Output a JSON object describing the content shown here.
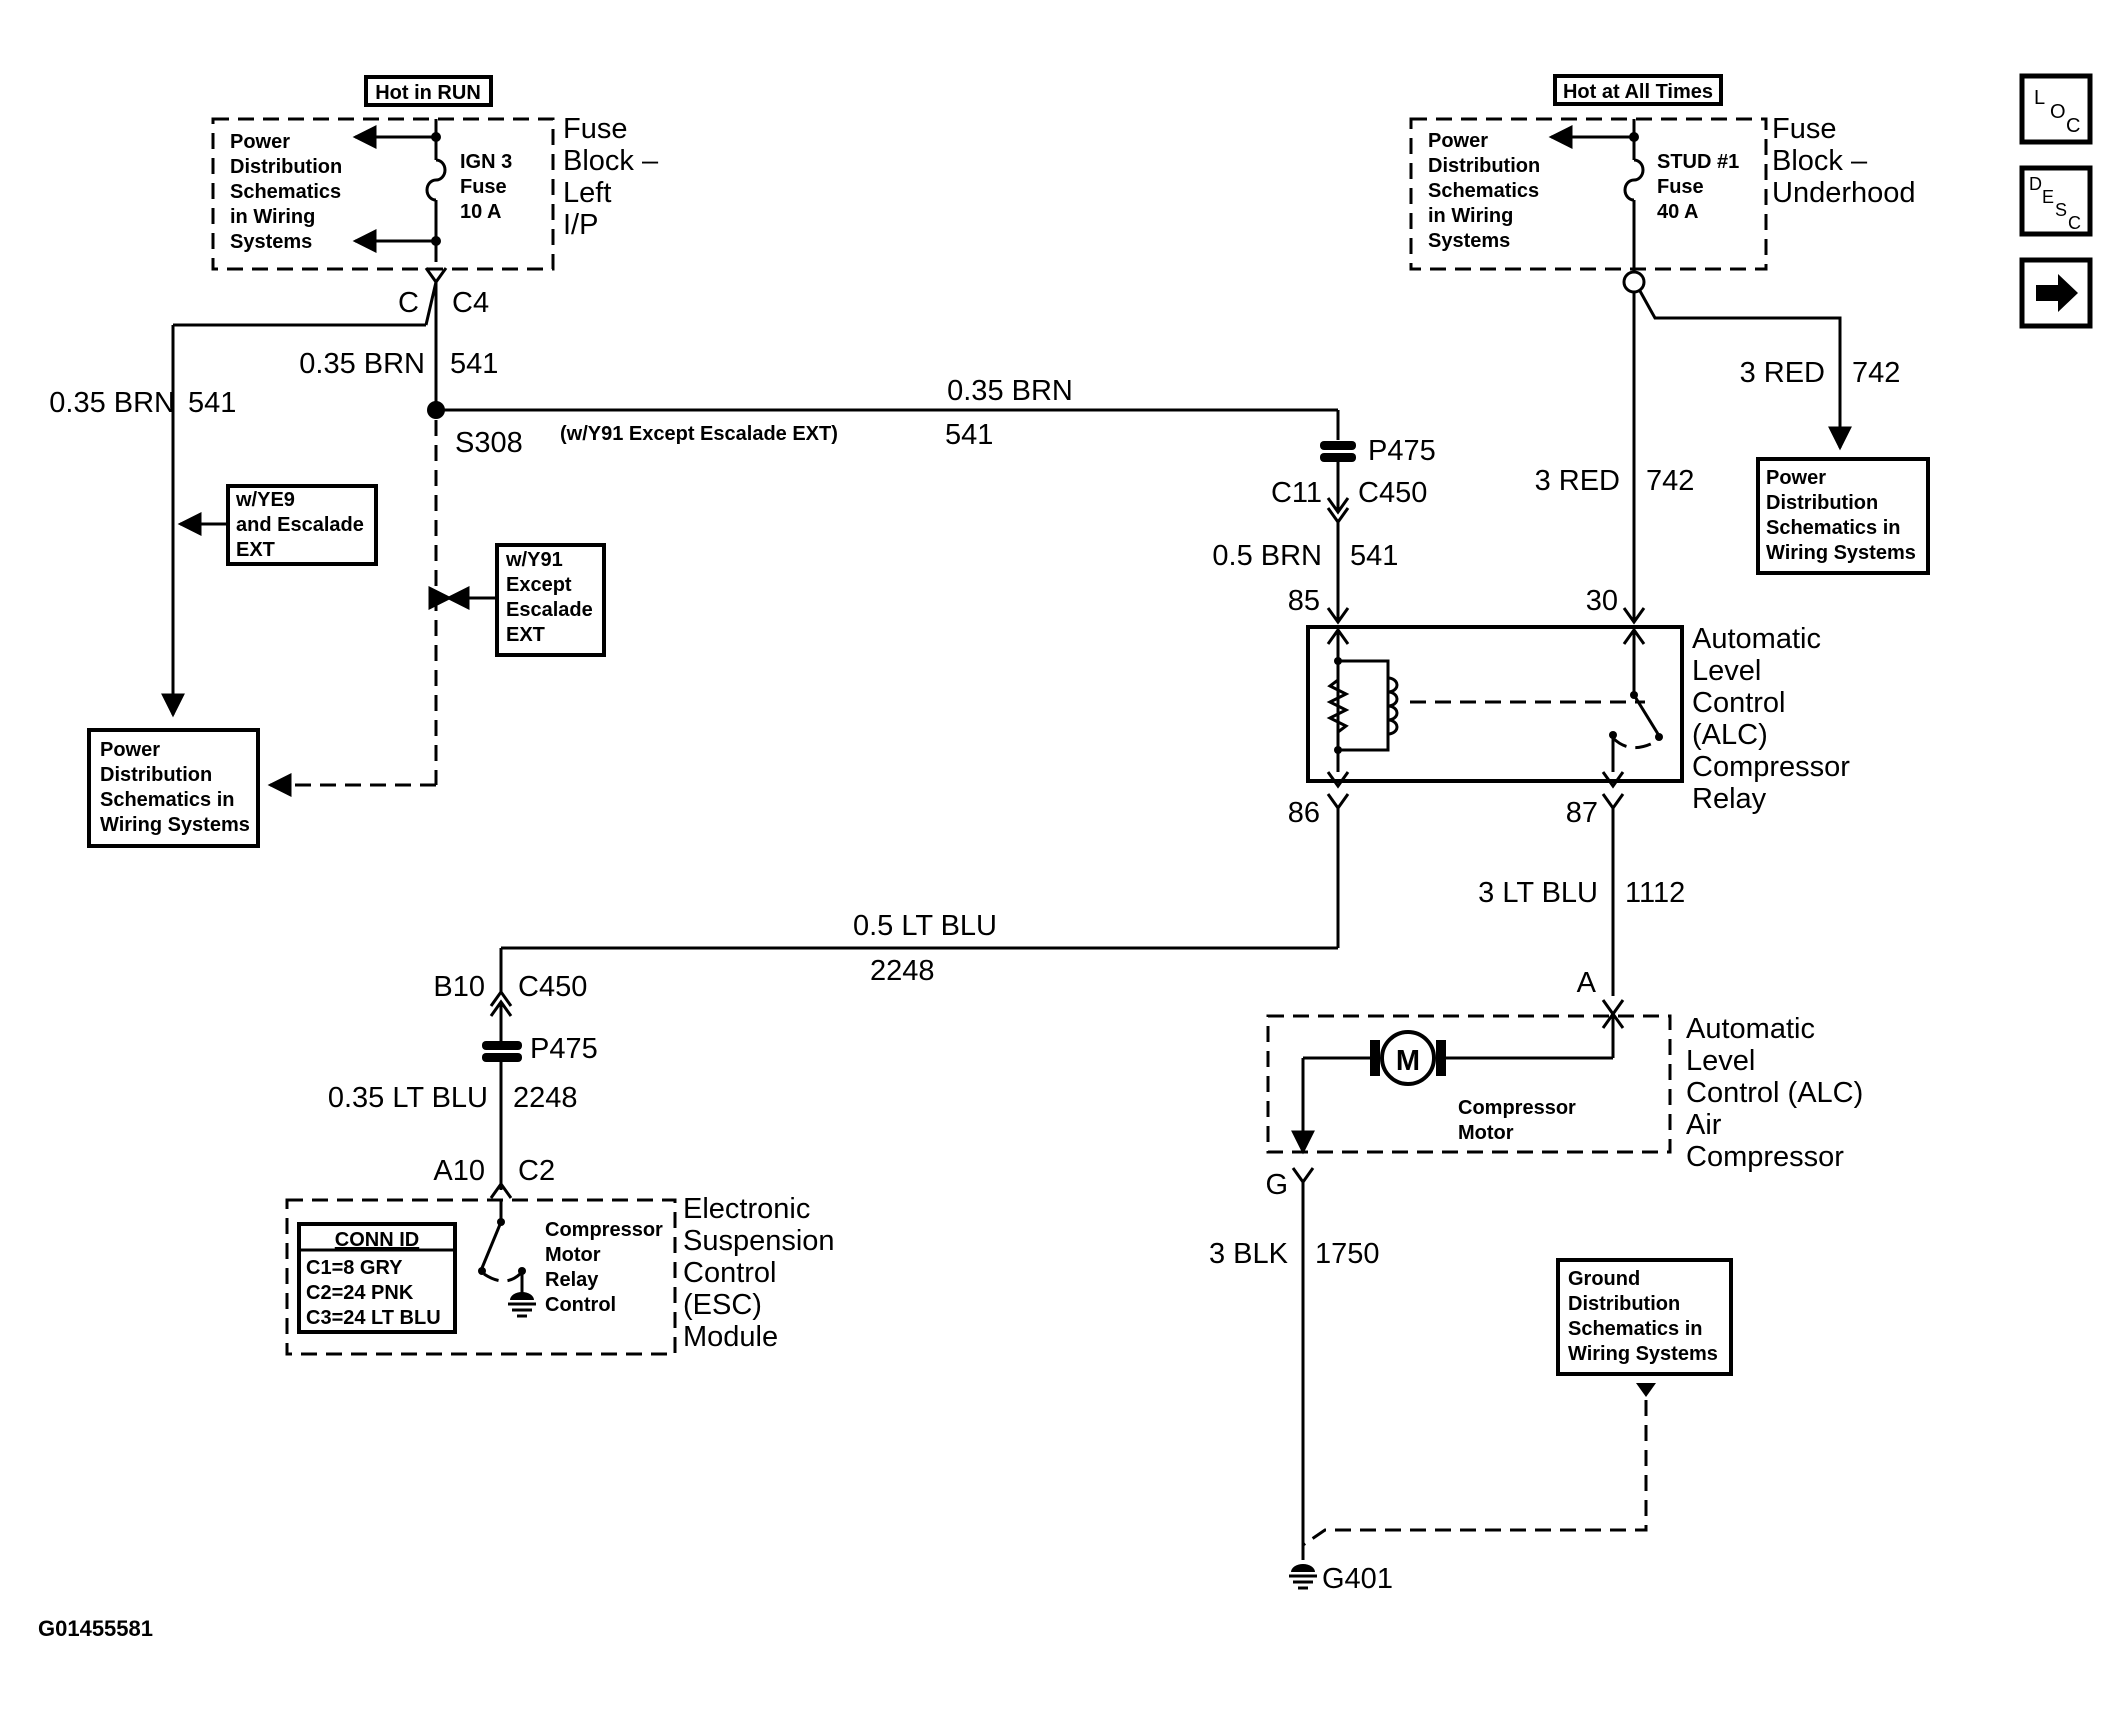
{
  "header": {
    "hot_in_run": "Hot in RUN",
    "hot_at_all_times": "Hot at All Times"
  },
  "nav": {
    "loc": [
      "L",
      "O",
      "C"
    ],
    "desc": [
      "D",
      "E",
      "S",
      "C"
    ],
    "next_icon": "right-arrow-icon"
  },
  "fuse_left": {
    "box_lines": [
      "Power",
      "Distribution",
      "Schematics",
      "in Wiring",
      "Systems"
    ],
    "fuse_lines": [
      "IGN 3",
      "Fuse",
      "10 A"
    ],
    "title_lines": [
      "Fuse",
      "Block –",
      "Left",
      "I/P"
    ],
    "conn_c": "C",
    "conn_c4": "C4"
  },
  "fuse_right": {
    "box_lines": [
      "Power",
      "Distribution",
      "Schematics",
      "in Wiring",
      "Systems"
    ],
    "fuse_lines": [
      "STUD #1",
      "Fuse",
      "40 A"
    ],
    "title_lines": [
      "Fuse",
      "Block –",
      "Underhood"
    ]
  },
  "wires": {
    "w1_size": "0.35 BRN",
    "w1_num": "541",
    "w2_size": "0.35 BRN",
    "w2_num": "541",
    "w3_size": "0.35 BRN",
    "w3_num": "541",
    "w4_size": "0.5 BRN",
    "w4_num": "541",
    "w5_size": "3 RED",
    "w5_num": "742",
    "w6_size": "3 RED",
    "w6_num": "742",
    "w7_size": "0.5 LT BLU",
    "w7_num": "2248",
    "w8_size": "3 LT BLU",
    "w8_num": "1112",
    "w9_size": "0.35 LT BLU",
    "w9_num": "2248",
    "w10_size": "3 BLK",
    "w10_num": "1750"
  },
  "splice": {
    "s308": "S308",
    "option_note": "(w/Y91 Except Escalade EXT)"
  },
  "notes": {
    "ye9": [
      "w/YE9",
      "and Escalade",
      "EXT"
    ],
    "y91": [
      "w/Y91",
      "Except",
      "Escalade",
      "EXT"
    ],
    "pd_left": [
      "Power",
      "Distribution",
      "Schematics in",
      "Wiring Systems"
    ],
    "pd_right": [
      "Power",
      "Distribution",
      "Schematics in",
      "Wiring Systems"
    ],
    "ground_dist": [
      "Ground",
      "Distribution",
      "Schematics in",
      "Wiring Systems"
    ]
  },
  "connectors": {
    "p475_top": "P475",
    "c11": "C11",
    "c450_top": "C450",
    "pin85": "85",
    "pin30": "30",
    "pin86": "86",
    "pin87": "87",
    "b10": "B10",
    "c450_bot": "C450",
    "p475_bot": "P475",
    "a10": "A10",
    "c2": "C2",
    "a": "A",
    "g": "G"
  },
  "relay": {
    "title_lines": [
      "Automatic",
      "Level",
      "Control",
      "(ALC)",
      "Compressor",
      "Relay"
    ]
  },
  "compressor": {
    "motor_symbol": "M",
    "motor_label": [
      "Compressor",
      "Motor"
    ],
    "title_lines": [
      "Automatic",
      "Level",
      "Control (ALC)",
      "Air",
      "Compressor"
    ]
  },
  "esc": {
    "conn_id_header": "CONN ID",
    "conn_ids": [
      "C1=8 GRY",
      "C2=24 PNK",
      "C3=24 LT BLU"
    ],
    "relay_control": [
      "Compressor",
      "Motor",
      "Relay",
      "Control"
    ],
    "title_lines": [
      "Electronic",
      "Suspension",
      "Control",
      "(ESC)",
      "Module"
    ]
  },
  "ground": {
    "g401": "G401"
  },
  "footer": {
    "figure_id": "G01455581"
  }
}
